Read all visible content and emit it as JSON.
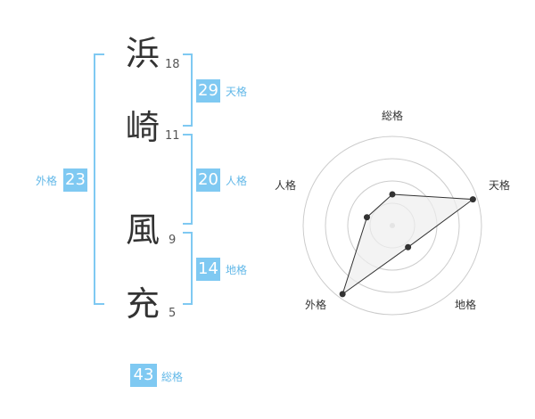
{
  "name": {
    "characters": [
      {
        "char": "浜",
        "strokes": "18"
      },
      {
        "char": "崎",
        "strokes": "11"
      },
      {
        "char": "風",
        "strokes": "9"
      },
      {
        "char": "充",
        "strokes": "5"
      }
    ]
  },
  "fortune": {
    "tenkaku": {
      "value": "29",
      "label": "天格"
    },
    "jinkaku": {
      "value": "20",
      "label": "人格"
    },
    "chikaku": {
      "value": "14",
      "label": "地格"
    },
    "gaikaku": {
      "value": "23",
      "label": "外格"
    },
    "soukaku": {
      "value": "43",
      "label": "総格"
    }
  },
  "colors": {
    "accent": "#7fc9f2",
    "accent_text": "#62b8e8",
    "text": "#333333",
    "grid": "#cccccc",
    "polygon_fill": "#eeeeee"
  },
  "chart_data": {
    "type": "radar",
    "axes": [
      "総格",
      "天格",
      "地格",
      "外格",
      "人格"
    ],
    "values": [
      0.35,
      0.95,
      0.3,
      0.95,
      0.3
    ],
    "rings": 4,
    "range": [
      0,
      1
    ]
  }
}
